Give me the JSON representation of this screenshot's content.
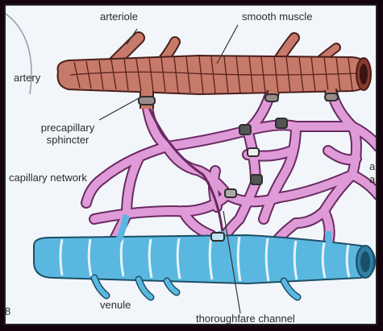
{
  "labels": {
    "arteriole": "arteriole",
    "smooth_muscle": "smooth muscle",
    "artery": "artery",
    "precapillary_line1": "precapillary",
    "precapillary_line2": "sphincter",
    "capillary_network": "capillary network",
    "venule": "venule",
    "thoroughfare_channel": "thoroughfare channel",
    "edge_a1": "a",
    "edge_a2": "a",
    "edge_8": "8"
  },
  "colors": {
    "artery_fill": "#c77a6a",
    "artery_stroke": "#4a1f1a",
    "arteriole_fill": "#d98a78",
    "capillary_fill": "#df9bd8",
    "capillary_stroke": "#6a2a60",
    "venule_fill": "#5ab8e0",
    "venule_stroke": "#1d4e66",
    "sphincter": "#3a3a3a",
    "background": "#f2f6fb"
  }
}
